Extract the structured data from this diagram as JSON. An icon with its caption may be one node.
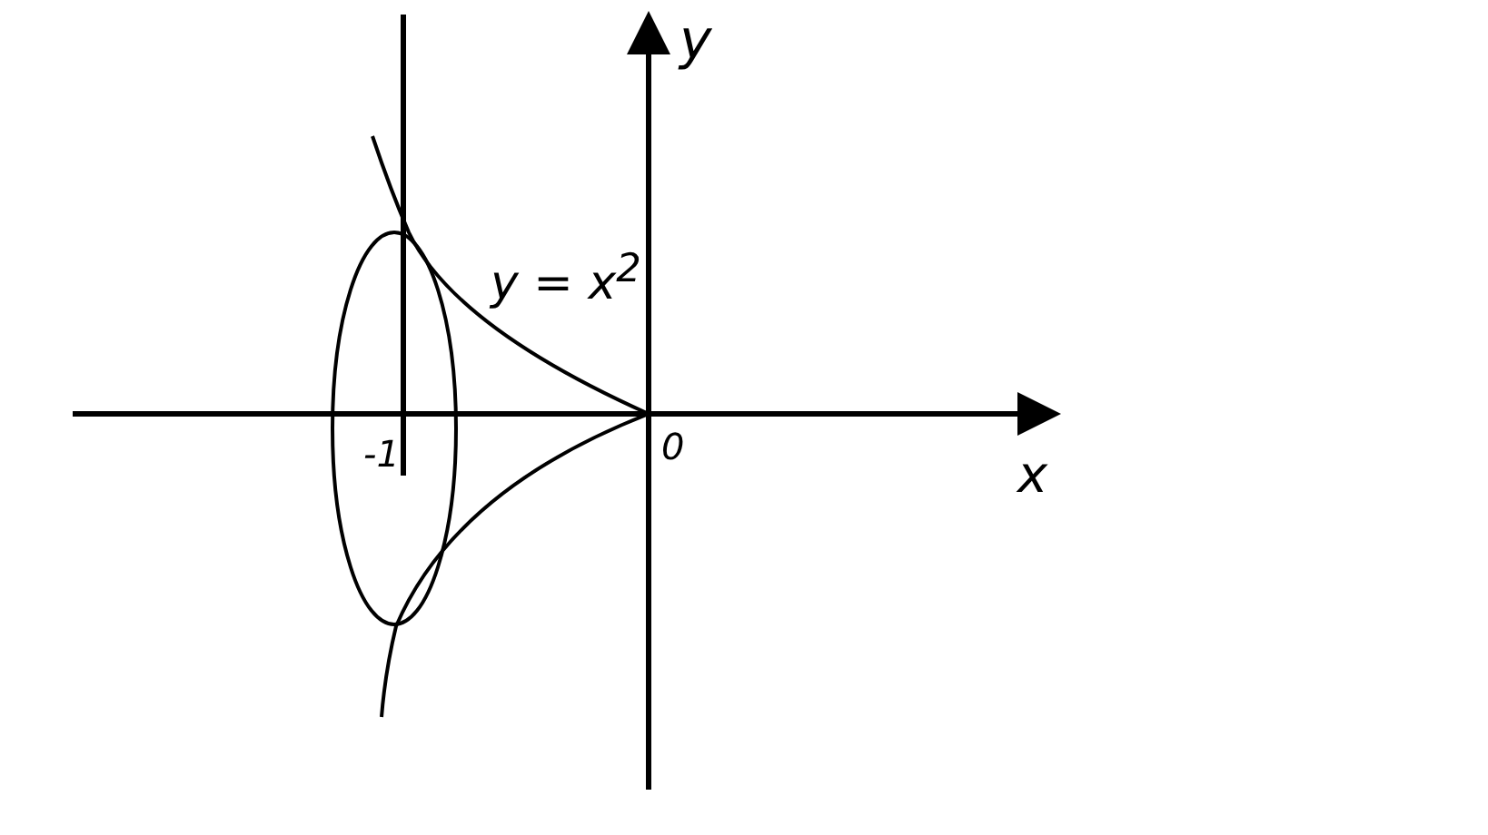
{
  "diagram": {
    "labels": [
      "y",
      "y = x$^{2}$",
      "0",
      "-1",
      "x"
    ]
  }
}
